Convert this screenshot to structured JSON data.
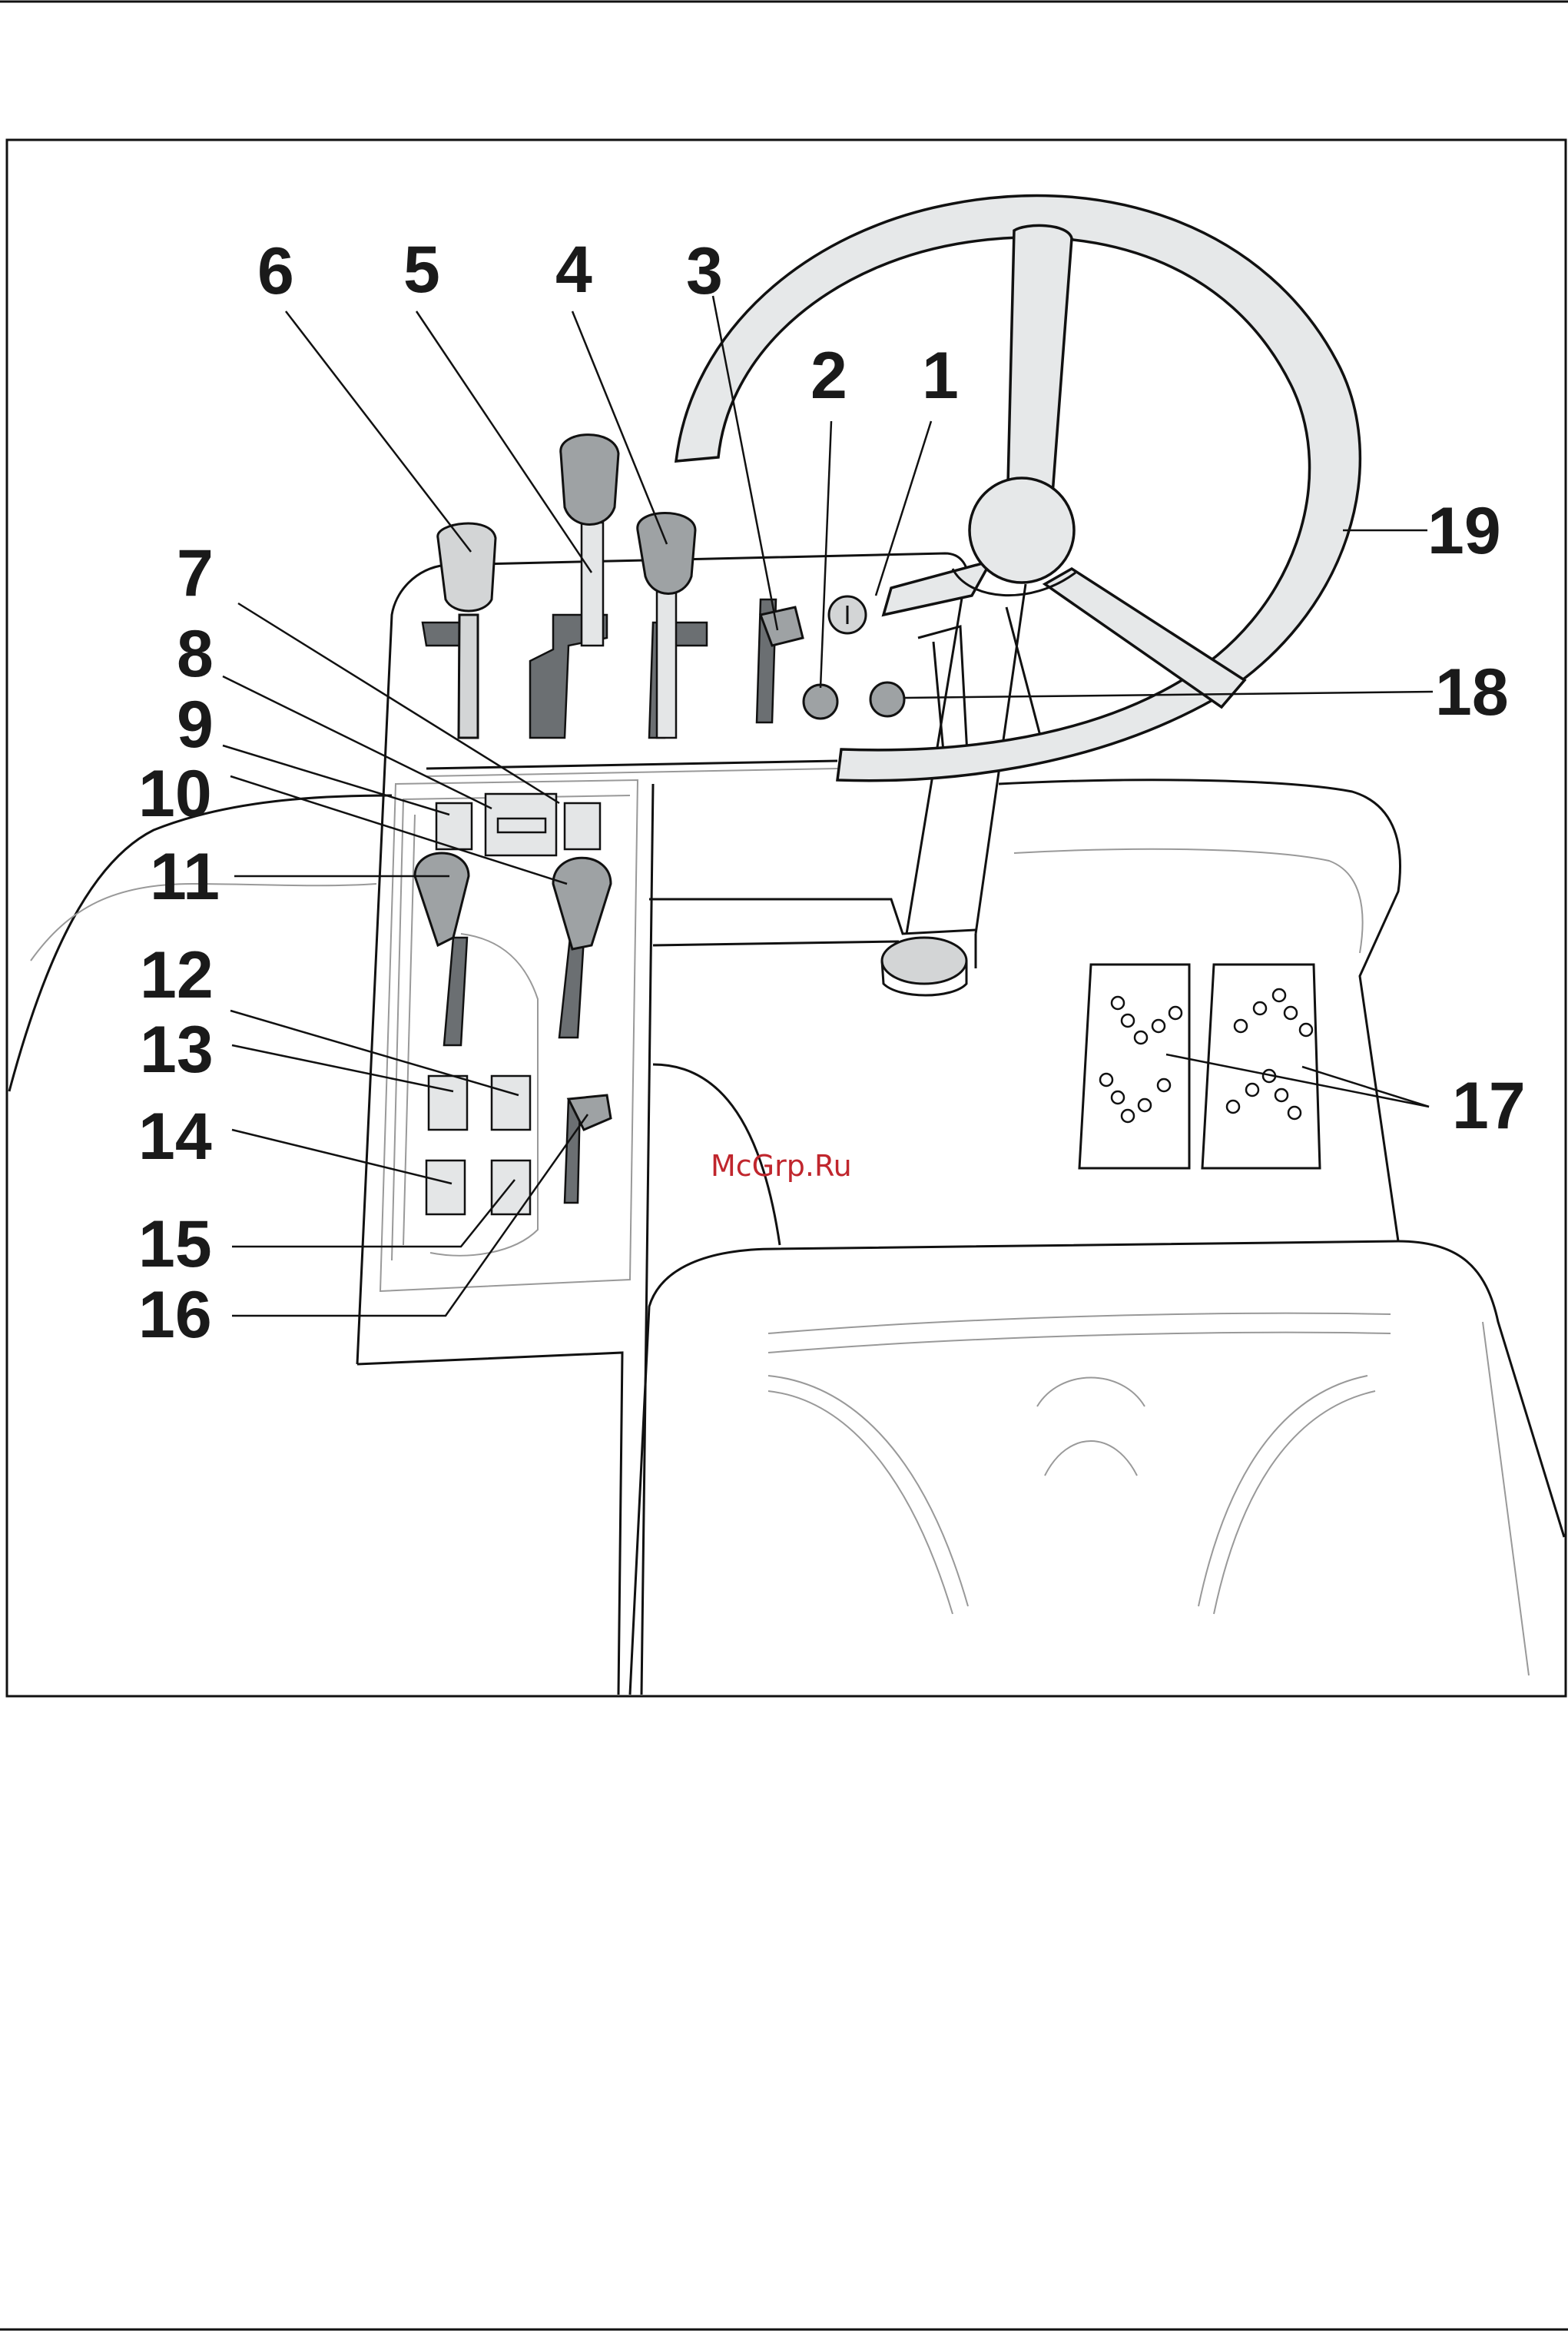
{
  "callouts": [
    {
      "id": "1",
      "label": "1"
    },
    {
      "id": "2",
      "label": "2"
    },
    {
      "id": "3",
      "label": "3"
    },
    {
      "id": "4",
      "label": "4"
    },
    {
      "id": "5",
      "label": "5"
    },
    {
      "id": "6",
      "label": "6"
    },
    {
      "id": "7",
      "label": "7"
    },
    {
      "id": "8",
      "label": "8"
    },
    {
      "id": "9",
      "label": "9"
    },
    {
      "id": "10",
      "label": "10"
    },
    {
      "id": "11",
      "label": "11"
    },
    {
      "id": "12",
      "label": "12"
    },
    {
      "id": "13",
      "label": "13"
    },
    {
      "id": "14",
      "label": "14"
    },
    {
      "id": "15",
      "label": "15"
    },
    {
      "id": "16",
      "label": "16"
    },
    {
      "id": "17",
      "label": "17"
    },
    {
      "id": "18",
      "label": "18"
    },
    {
      "id": "19",
      "label": "19"
    }
  ],
  "watermark": "McGrp.Ru",
  "colors": {
    "line": "#111111",
    "knob_light": "#d3d5d6",
    "knob_dark": "#9ea2a4",
    "wheel": "#e6e8e9",
    "watermark": "#c0262d"
  }
}
